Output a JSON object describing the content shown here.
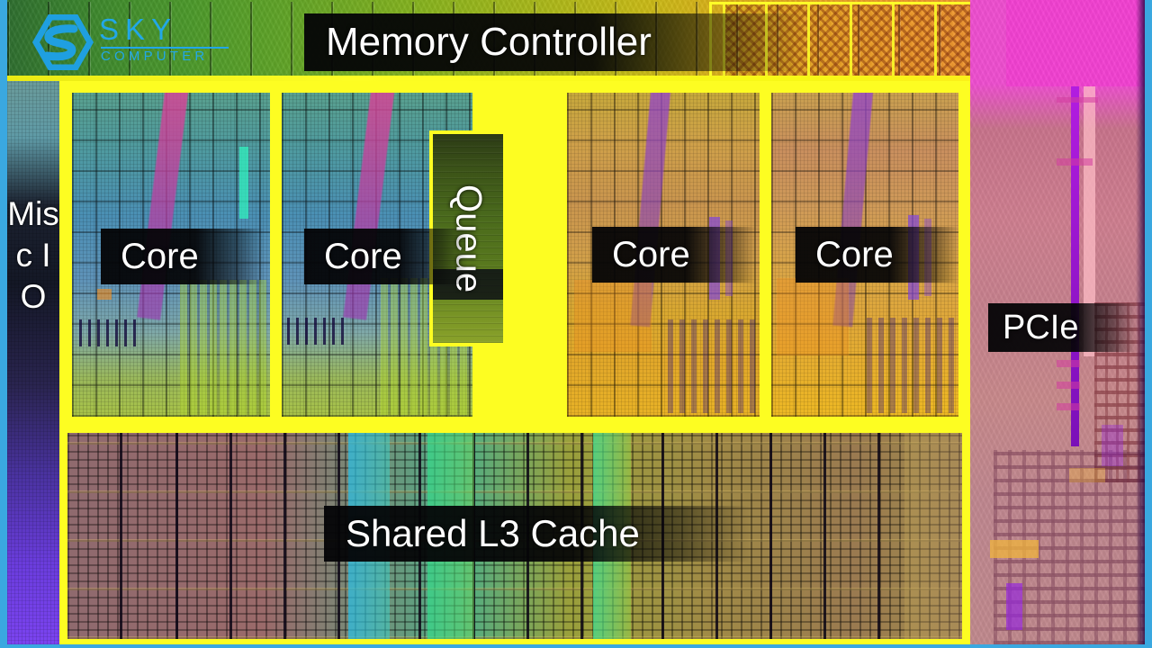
{
  "figure": {
    "kind": "cpu-die-shot-annotated",
    "title_absent": true
  },
  "watermark": {
    "brand": "SKY",
    "sub": "COMPUTER",
    "logo_icon": "sky-hexagon-s-logo-icon",
    "color": "#22a7e8"
  },
  "frame": {
    "border_color": "#3aa8e0",
    "highlight_outline_color": "#fdfd22"
  },
  "labels": {
    "memory_controller": "Memory Controller",
    "misc_io": "Misc IO",
    "queue": "Queue",
    "shared_l3_cache": "Shared L3 Cache",
    "pcie": "PCIe",
    "cores": [
      "Core",
      "Core",
      "Core",
      "Core"
    ]
  },
  "regions": [
    {
      "name": "memory-controller",
      "label": "Memory Controller",
      "position": "top-strip",
      "outlined": true
    },
    {
      "name": "misc-io",
      "label": "Misc IO",
      "position": "left-column",
      "orientation": "vertical"
    },
    {
      "name": "core-1",
      "label": "Core",
      "position": "upper-left"
    },
    {
      "name": "core-2",
      "label": "Core",
      "position": "upper-center-left"
    },
    {
      "name": "queue",
      "label": "Queue",
      "position": "center",
      "orientation": "vertical"
    },
    {
      "name": "core-3",
      "label": "Core",
      "position": "upper-center-right"
    },
    {
      "name": "core-4",
      "label": "Core",
      "position": "upper-right"
    },
    {
      "name": "shared-l3-cache",
      "label": "Shared L3 Cache",
      "position": "bottom-band"
    },
    {
      "name": "pcie",
      "label": "PCIe",
      "position": "right-column"
    }
  ],
  "palette": {
    "outline_yellow": "#fdfd22",
    "frame_blue": "#3aa8e0",
    "magenta": "#f342d2",
    "cache_red": "#9a6a6a",
    "core_cool": "#4b8fb4",
    "core_warm": "#d9a830",
    "misc_io_purple": "#6b3ddd",
    "label_plate": "#040406",
    "label_text": "#ffffff"
  }
}
